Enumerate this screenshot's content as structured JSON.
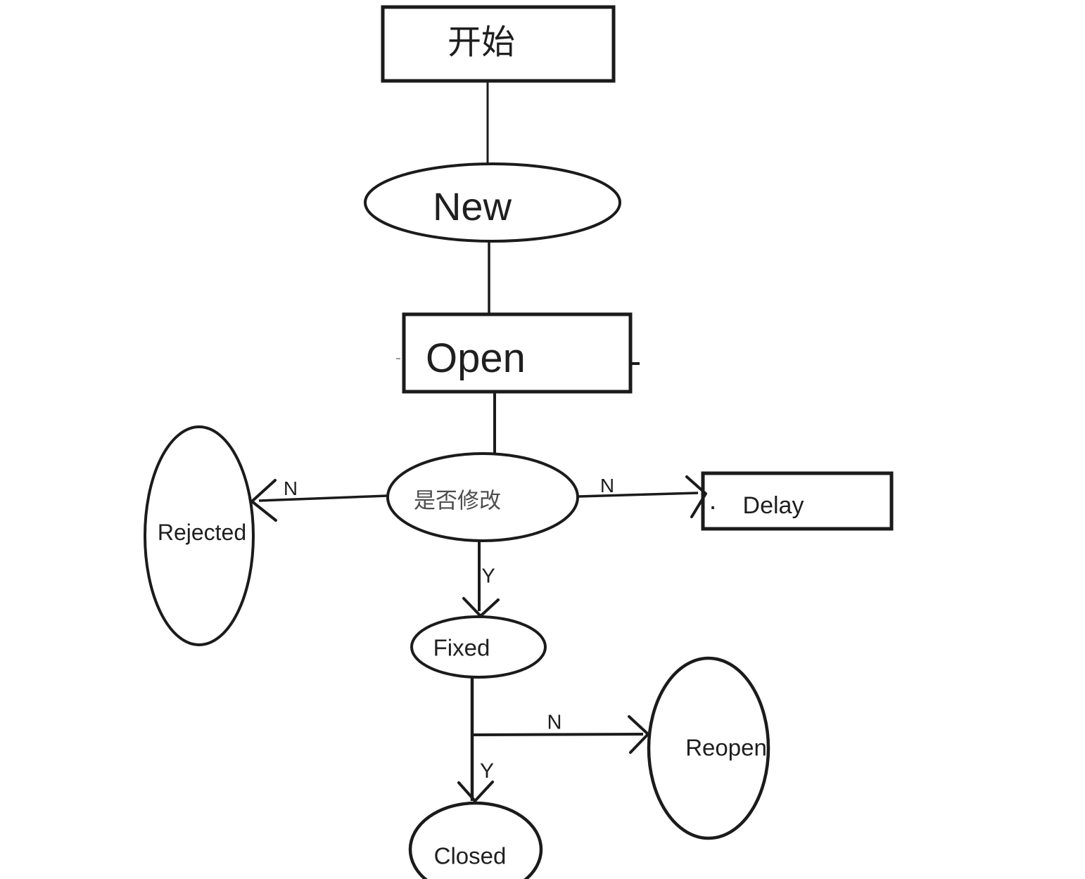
{
  "nodes": {
    "start": {
      "label": "开始"
    },
    "new": {
      "label": "New"
    },
    "open": {
      "label": "Open"
    },
    "decision": {
      "label": "是否修改"
    },
    "rejected": {
      "label": "Rejected"
    },
    "delay": {
      "label": "Delay",
      "dot": "."
    },
    "fixed": {
      "label": "Fixed"
    },
    "reopen": {
      "label": "Reopen"
    },
    "closed": {
      "label": "Closed"
    }
  },
  "edge_labels": {
    "decision_to_rejected": "N",
    "decision_to_delay": "N",
    "decision_to_fixed": "Y",
    "fixed_to_reopen": "N",
    "fixed_to_closed": "Y"
  },
  "colors": {
    "background": "#ffffff",
    "stroke": "#1b1b1b",
    "node_text": "#1f1f1f",
    "decision_text": "#4d4d4d"
  }
}
